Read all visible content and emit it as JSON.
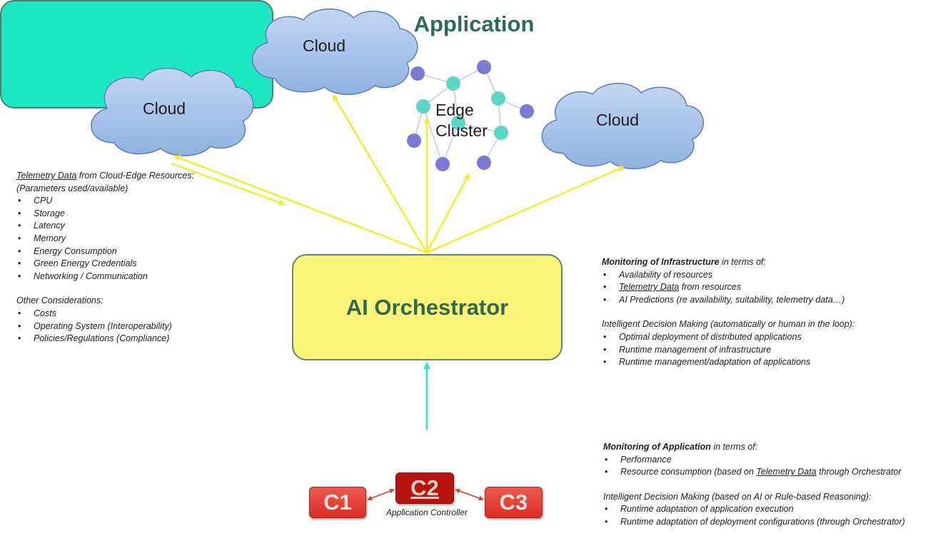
{
  "clouds": [
    {
      "label": "Cloud"
    },
    {
      "label": "Cloud"
    },
    {
      "label": "Cloud"
    }
  ],
  "edge_cluster": {
    "line1": "Edge",
    "line2": "Cluster"
  },
  "orchestrator": {
    "label": "AI Orchestrator"
  },
  "application": {
    "label": "Application",
    "components": {
      "c1": "C1",
      "c2": "C2",
      "c3": "C3"
    },
    "controller_label": "Application Controller"
  },
  "telemetry": {
    "title_underlined": "Telemetry Data",
    "title_rest": " from Cloud-Edge Resources:",
    "subtitle": "(Parameters used/available)",
    "items": [
      "CPU",
      "Storage",
      "Latency",
      "Memory",
      "Energy Consumption",
      "Green Energy Credentials",
      "Networking / Communication"
    ],
    "other_title": "Other Considerations:",
    "other_items": [
      "Costs",
      "Operating System (Interoperability)",
      "Policies/Regulations (Compliance)"
    ]
  },
  "infra": {
    "title_bold": "Monitoring of Infrastructure",
    "title_rest": " in terms of:",
    "item1": "Availability of resources",
    "item2_underlined": "Telemetry Data",
    "item2_rest": " from resources",
    "item3": "AI Predictions (re availability, suitability, telemetry data…)",
    "decision_title": "Intelligent Decision Making (automatically or human in the loop):",
    "decision_items": [
      "Optimal deployment of distributed applications",
      "Runtime management of infrastructure",
      "Runtime management/adaptation of applications"
    ]
  },
  "appmon": {
    "title_bold": "Monitoring of Application",
    "title_rest": " in terms of:",
    "item1": "Performance",
    "item2_pre": "Resource consumption (based on ",
    "item2_underlined": "Telemetry Data",
    "item2_post": " through Orchestrator",
    "decision_title": "Intelligent Decision Making (based on AI or Rule-based Reasoning):",
    "decision_items": [
      "Runtime adaptation of application execution",
      "Runtime adaptation of deployment configurations (through Orchestrator)"
    ]
  },
  "colors": {
    "cloud_fill": "#a9c5ea",
    "cloud_stroke": "#5b7fb8",
    "yellow_arrow": "#f5ec2a",
    "teal_arrow": "#2ee6c6",
    "node_purple": "#7a79d6",
    "node_teal": "#5ad6c4",
    "orchestrator_fill": "#fcf57a",
    "application_fill": "#1ee8c2",
    "component_red": "#e0382e"
  }
}
